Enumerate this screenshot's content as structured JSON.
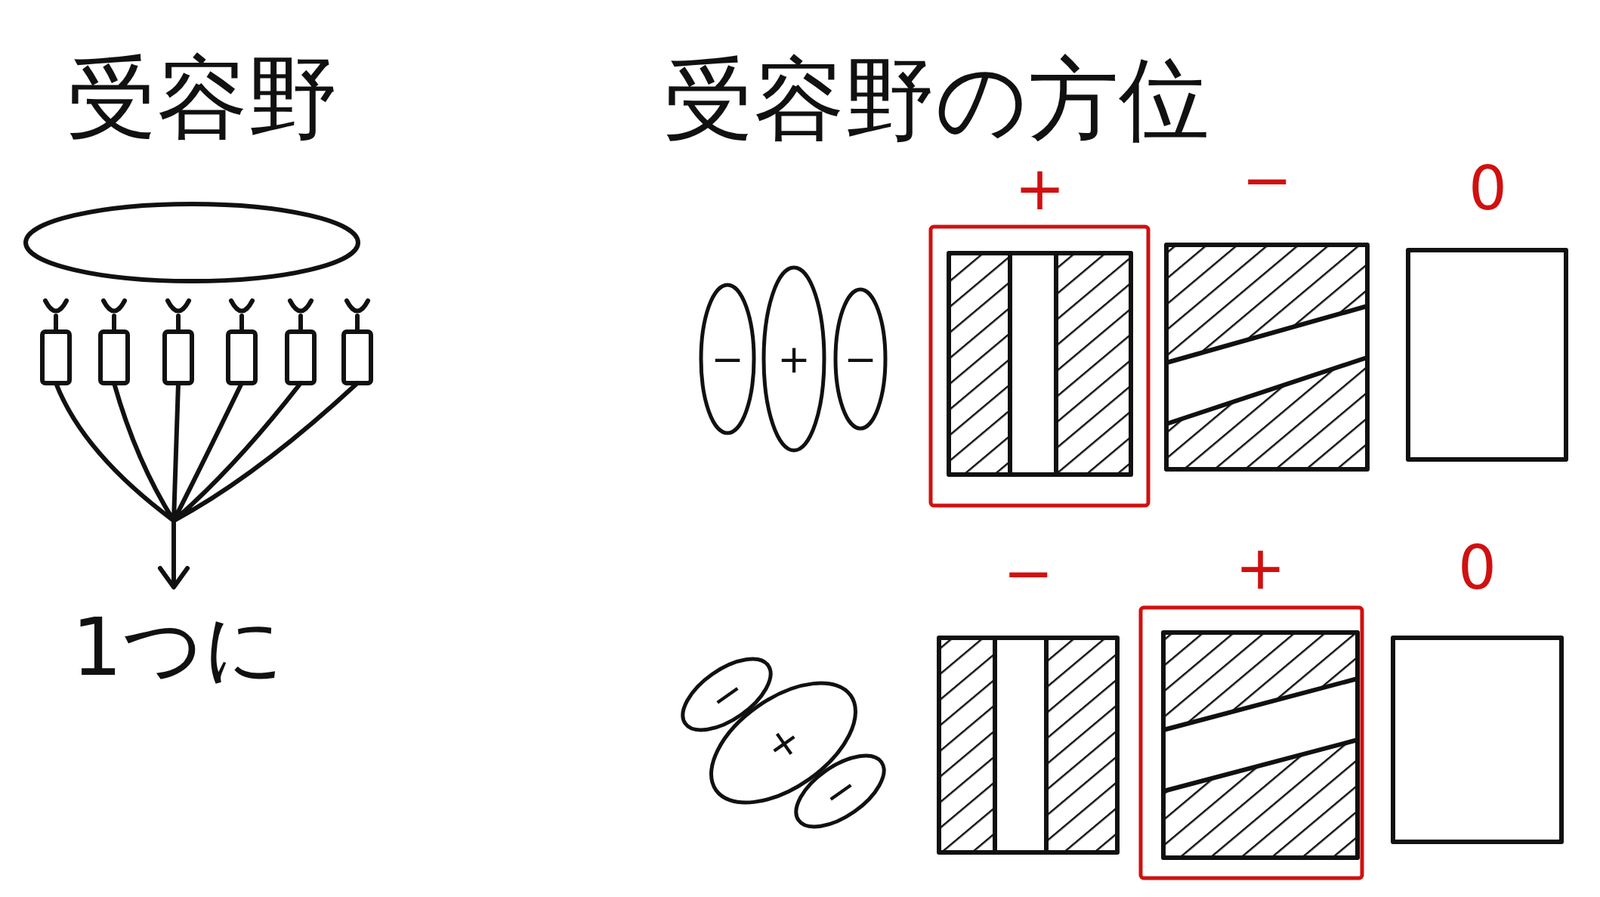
{
  "diagram": {
    "title": "受容野",
    "nodes": [
      {
        "text": [
          "−"
        ]
      },
      {
        "text": [
          "+"
        ]
      },
      {
        "text": [
          "−"
        ]
      },
      {
        "text": [
          "+"
        ]
      },
      {
        "text": [
          "−"
        ]
      },
      {
        "text": [
          "−"
        ]
      },
      {
        "text": [
          "+"
        ]
      },
      {
        "text": [
          "−"
        ]
      },
      {
        "text": [
          "−"
        ]
      },
      {
        "text": [
          "+"
        ]
      }
    ],
    "labels": [
      "受容野の方位",
      "0",
      "0",
      "1つに"
    ]
  }
}
